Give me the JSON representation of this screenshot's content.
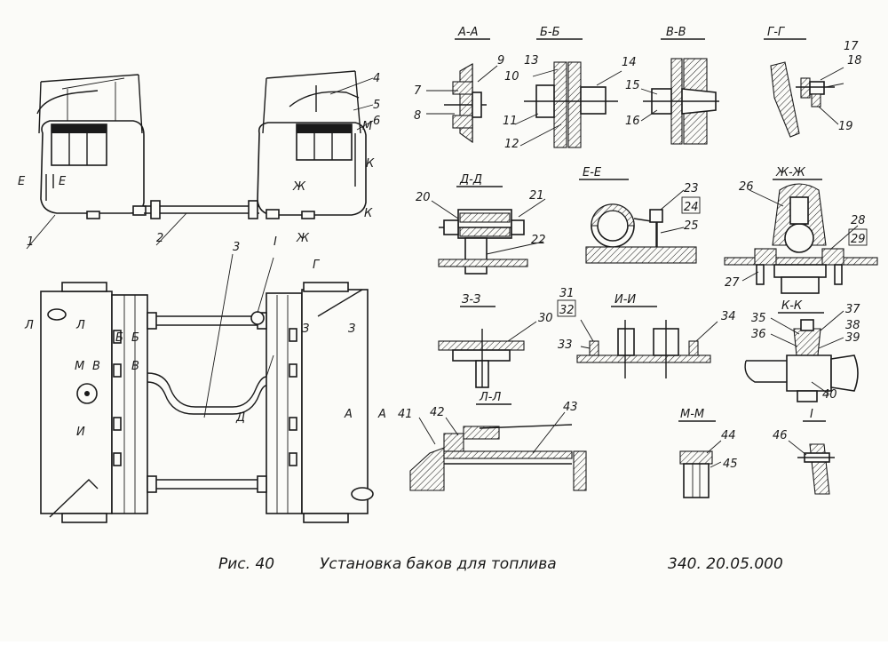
{
  "caption": {
    "figure": "Рис. 40",
    "title": "Установка баков для топлива",
    "code": "340. 20.05.000"
  },
  "sections": {
    "aa": "А-А",
    "bb": "Б-Б",
    "vv": "В-В",
    "gg": "Г-Г",
    "dd": "Д-Д",
    "ee": "Е-Е",
    "zhzh": "Ж-Ж",
    "zz": "З-З",
    "ii": "И-И",
    "kk": "К-К",
    "ll": "Л-Л",
    "mm": "М-М",
    "i": "I"
  },
  "markers": {
    "E1": "Е",
    "E2": "Е",
    "K1": "К",
    "K2": "К",
    "M1": "М",
    "ZH1": "Ж",
    "ZH2": "Ж",
    "I": "I",
    "G": "Г",
    "L1": "Л",
    "L2": "Л",
    "B1": "Б",
    "B2": "Б",
    "M2": "М",
    "V1": "В",
    "V2": "В",
    "I2a": "И",
    "Z1": "З",
    "Z2": "З",
    "D": "Д",
    "A1": "А",
    "A2": "А"
  },
  "parts": {
    "p1": "1",
    "p2": "2",
    "p3": "3",
    "p4": "4",
    "p5": "5",
    "p6": "6",
    "p7": "7",
    "p8": "8",
    "p9": "9",
    "p10": "10",
    "p11": "11",
    "p12": "12",
    "p13": "13",
    "p14": "14",
    "p15": "15",
    "p16": "16",
    "p17": "17",
    "p18": "18",
    "p19": "19",
    "p20": "20",
    "p21": "21",
    "p22": "22",
    "p23": "23",
    "p24": "24",
    "p25": "25",
    "p26": "26",
    "p27": "27",
    "p28": "28",
    "p29": "29",
    "p30": "30",
    "p31": "31",
    "p32": "32",
    "p33": "33",
    "p34": "34",
    "p35": "35",
    "p36": "36",
    "p37": "37",
    "p38": "38",
    "p39": "39",
    "p40": "40",
    "p41": "41",
    "p42": "42",
    "p43": "43",
    "p44": "44",
    "p45": "45",
    "p46": "46"
  }
}
